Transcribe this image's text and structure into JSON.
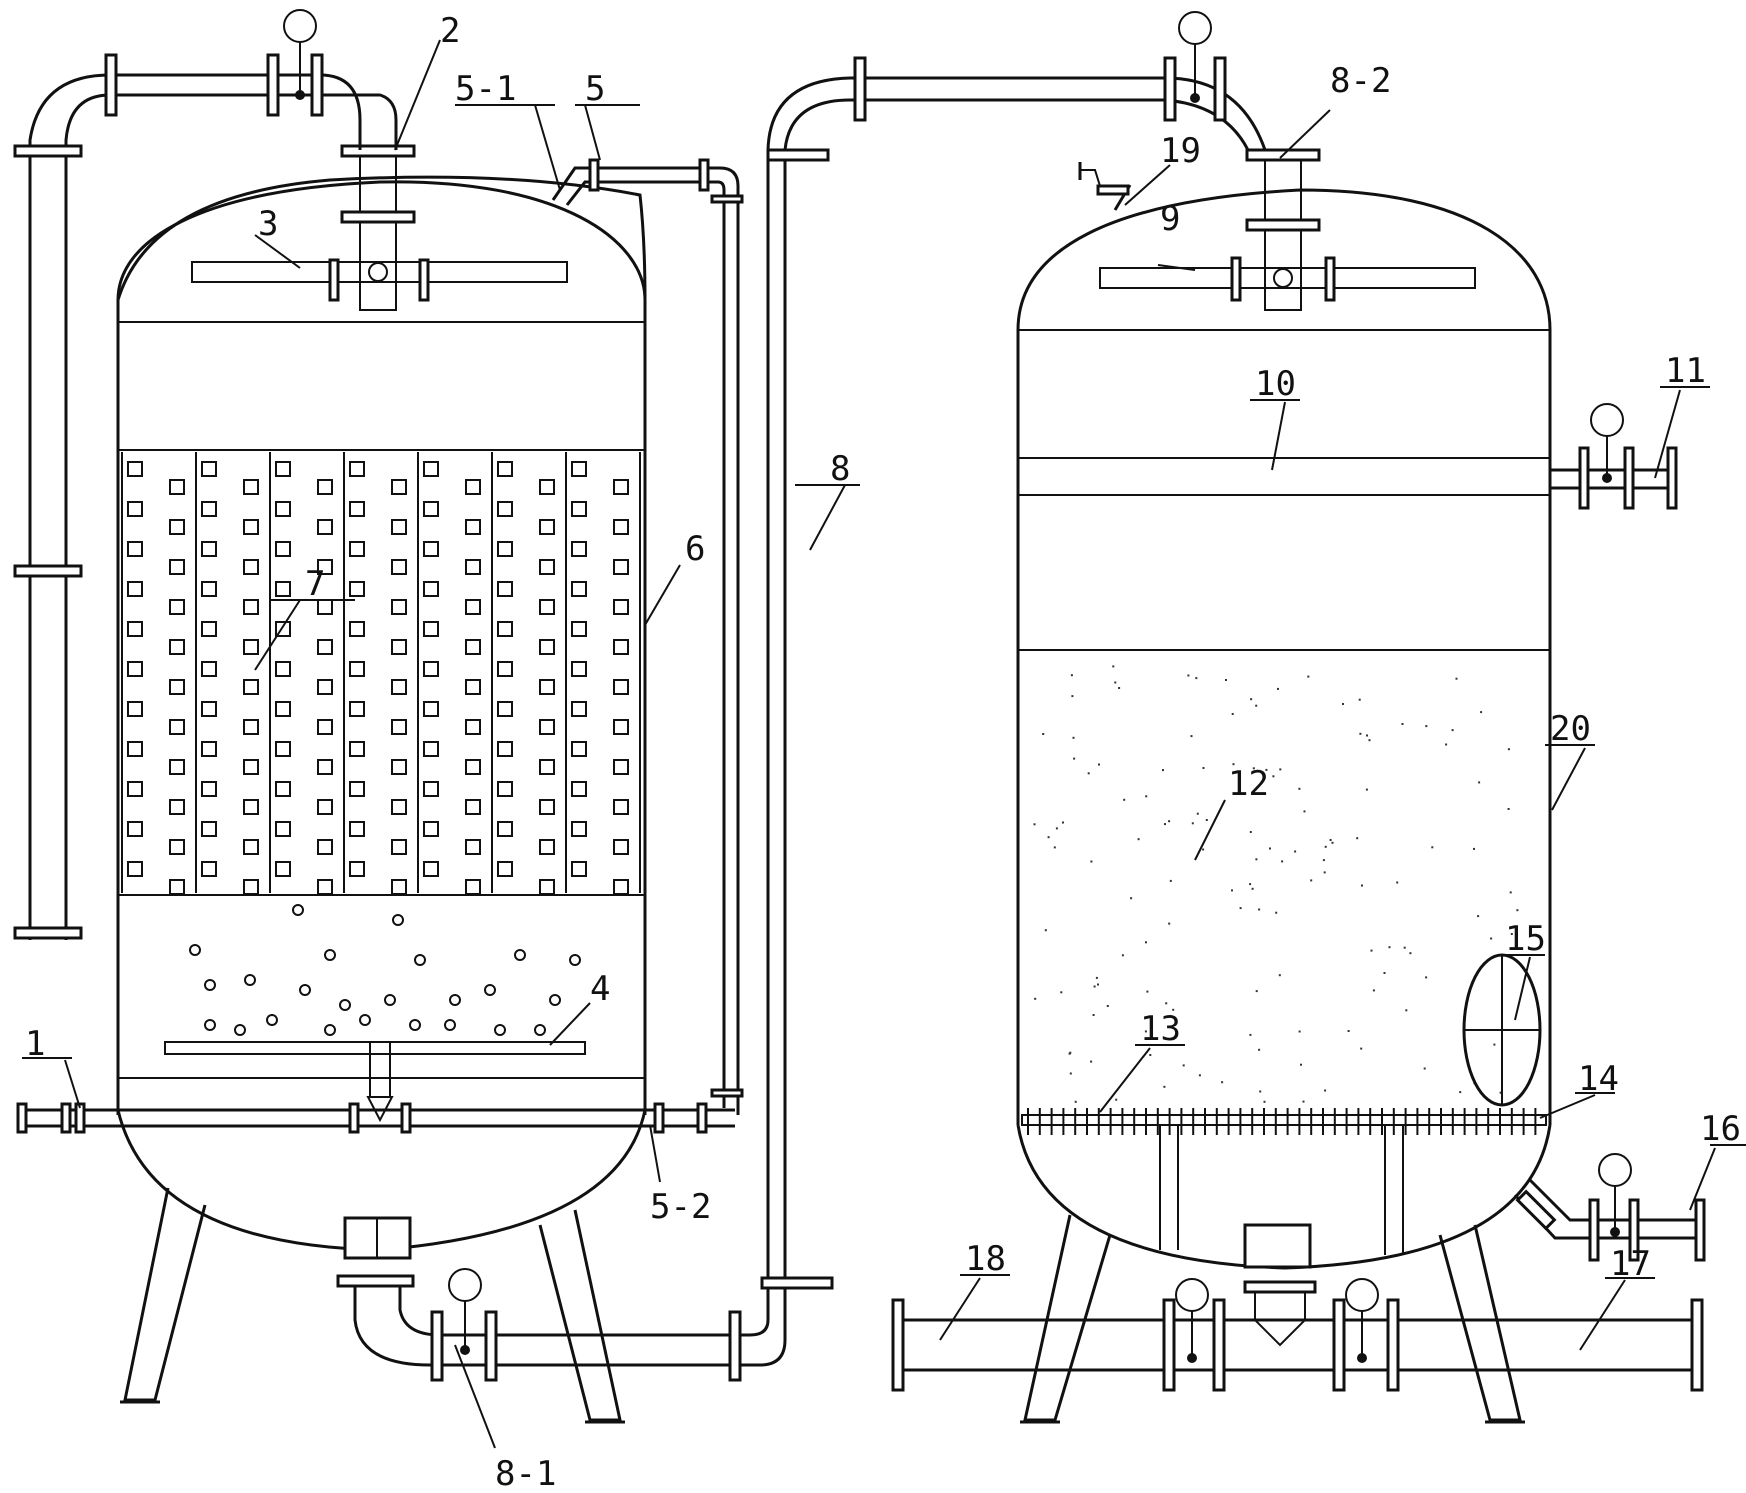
{
  "diagram": {
    "labels": {
      "n1": "1",
      "n2": "2",
      "n3": "3",
      "n4": "4",
      "n5": "5",
      "n5_1": "5-1",
      "n5_2": "5-2",
      "n6": "6",
      "n7": "7",
      "n8": "8",
      "n8_1": "8-1",
      "n8_2": "8-2",
      "n9": "9",
      "n10": "10",
      "n11": "11",
      "n12": "12",
      "n13": "13",
      "n14": "14",
      "n15": "15",
      "n16": "16",
      "n17": "17",
      "n18": "18",
      "n19": "19",
      "n20": "20"
    }
  }
}
